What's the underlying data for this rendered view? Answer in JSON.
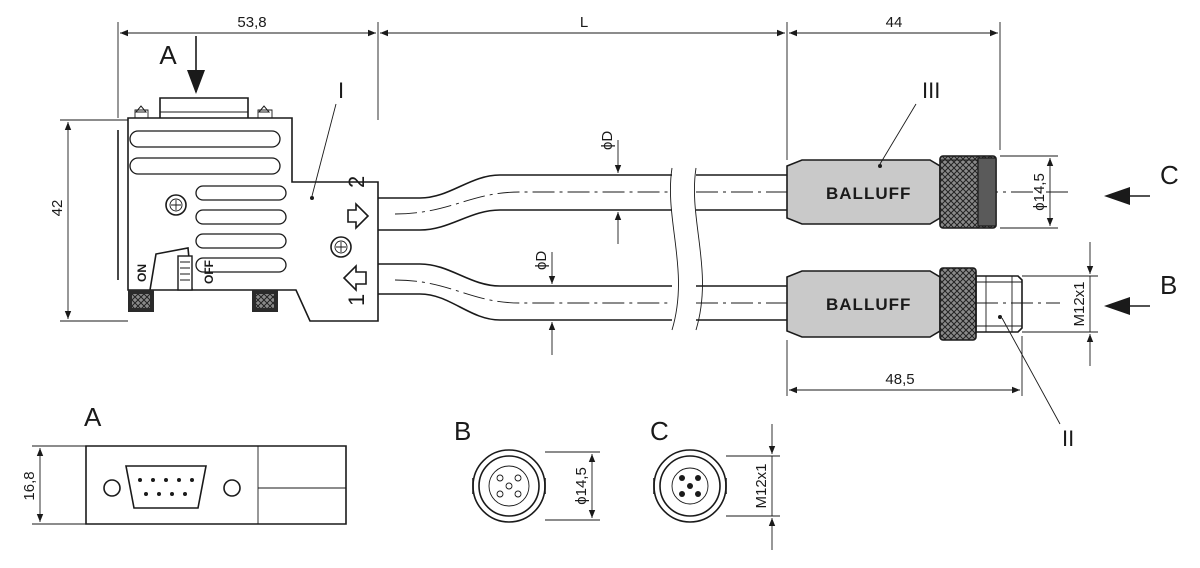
{
  "dimensions": {
    "width_left": "53,8",
    "length": "L",
    "width_right": "44",
    "height": "42",
    "cable_dia_top": "ϕD",
    "cable_dia_bottom": "ϕD",
    "connector_dia_top": "ϕ14,5",
    "thread_bottom": "M12x1",
    "length_bottom": "48,5",
    "dsub_height": "16,8",
    "view_b_dia": "ϕ14,5",
    "view_c_thread": "M12x1"
  },
  "views": {
    "a_arrow": "A",
    "c_arrow": "C",
    "b_arrow": "B",
    "a_label": "A",
    "b_label": "B",
    "c_label": "C"
  },
  "parts": {
    "p1": "I",
    "p2": "II",
    "p3": "III"
  },
  "ports": {
    "port1": "1",
    "port2": "2"
  },
  "switch": {
    "on": "ON",
    "off": "OFF"
  },
  "brand": {
    "top": "BALLUFF",
    "bottom": "BALLUFF"
  }
}
